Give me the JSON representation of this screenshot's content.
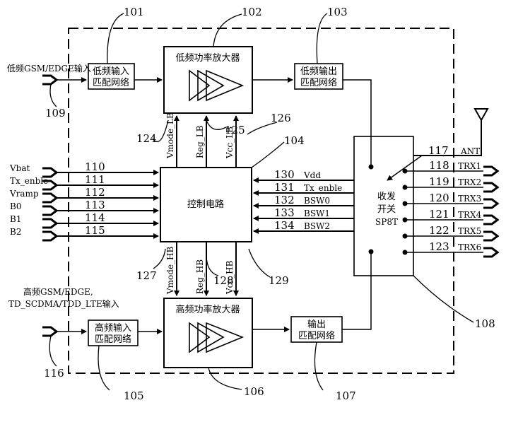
{
  "blocks": {
    "lf_pa": "低频功率放大器",
    "hf_pa": "高频功率放大器",
    "ctrl": "控制电路",
    "lf_in_1": "低频输入",
    "lf_in_2": "匹配网络",
    "lf_out_1": "低频输出",
    "lf_out_2": "匹配网络",
    "hf_in_1": "高频输入",
    "hf_in_2": "匹配网络",
    "hf_out_1": "输出",
    "hf_out_2": "匹配网络",
    "sw_1": "收发",
    "sw_2": "开关",
    "sw_3": "SP8T"
  },
  "inputs": {
    "lf": "低频GSM/EDGE输入",
    "hf_1": "高频GSM/EDGE,",
    "hf_2": "TD_SCDMA/TDD_LTE输入"
  },
  "signals_left": [
    {
      "name": "Vbat",
      "ref": "110"
    },
    {
      "name": "Tx_enble",
      "ref": "111"
    },
    {
      "name": "Vramp",
      "ref": "112"
    },
    {
      "name": "B0",
      "ref": "113"
    },
    {
      "name": "B1",
      "ref": "114"
    },
    {
      "name": "B2",
      "ref": "115"
    }
  ],
  "signals_right": [
    {
      "name": "Vdd",
      "ref": "130"
    },
    {
      "name": "Tx_enble",
      "ref": "131"
    },
    {
      "name": "BSW0",
      "ref": "132"
    },
    {
      "name": "BSW1",
      "ref": "133"
    },
    {
      "name": "BSW2",
      "ref": "134"
    }
  ],
  "lb_lines": [
    "Vmode_LB",
    "Reg_LB",
    "Vcc_LB"
  ],
  "hb_lines": [
    "Vmode_HB",
    "Reg_HB",
    "Vcc_HB"
  ],
  "trx": [
    {
      "name": "TRX1",
      "ref": "118"
    },
    {
      "name": "TRX2",
      "ref": "119"
    },
    {
      "name": "TRX3",
      "ref": "120"
    },
    {
      "name": "TRX4",
      "ref": "121"
    },
    {
      "name": "TRX5",
      "ref": "122"
    },
    {
      "name": "TRX6",
      "ref": "123"
    }
  ],
  "ant": {
    "name": "ANT",
    "ref": "117"
  },
  "refs": {
    "r101": "101",
    "r102": "102",
    "r103": "103",
    "r104": "104",
    "r105": "105",
    "r106": "106",
    "r107": "107",
    "r108": "108",
    "r109": "109",
    "r116": "116",
    "r124": "124",
    "r125": "125",
    "r126": "126",
    "r127": "127",
    "r128": "128",
    "r129": "129"
  }
}
